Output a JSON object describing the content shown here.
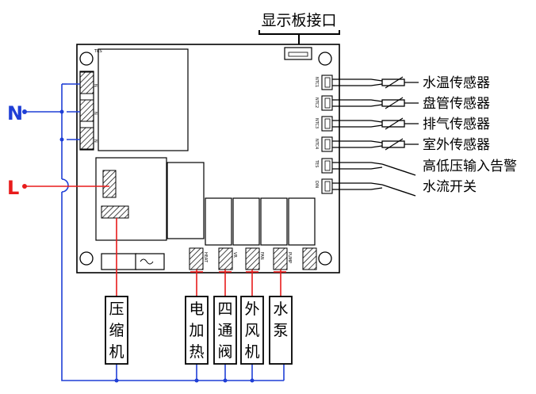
{
  "display_port_label": "显示板接口",
  "mains": {
    "n_label": "N",
    "l_label": "L",
    "n_color": "#1f3fd6",
    "l_color": "#e81b1b"
  },
  "wire_colors": {
    "neutral": "#1f3fd6",
    "live": "#e81b1b"
  },
  "sensors": [
    {
      "label": "水温传感器",
      "type": "sensor"
    },
    {
      "label": "盘管传感器",
      "type": "sensor"
    },
    {
      "label": "排气传感器",
      "type": "sensor"
    },
    {
      "label": "室外传感器",
      "type": "sensor"
    },
    {
      "label": "高低压输入告警",
      "type": "switch"
    },
    {
      "label": "水流开关",
      "type": "switch"
    }
  ],
  "loads": [
    {
      "chars": [
        "压",
        "缩",
        "机"
      ]
    },
    {
      "chars": [
        "电",
        "加",
        "热"
      ]
    },
    {
      "chars": [
        "四",
        "通",
        "阀"
      ]
    },
    {
      "chars": [
        "外",
        "风",
        "机"
      ]
    },
    {
      "chars": [
        "水",
        "泵"
      ]
    }
  ],
  "board_labels": {
    "top": "TRS",
    "n_terms": [
      "N",
      "N",
      "N"
    ],
    "connectors": [
      "NTC1",
      "NTC2",
      "NTC3",
      "NTC4",
      "TES",
      "DIN"
    ],
    "outputs": [
      "HEAT",
      "VR",
      "FAN",
      "PUMP"
    ]
  }
}
